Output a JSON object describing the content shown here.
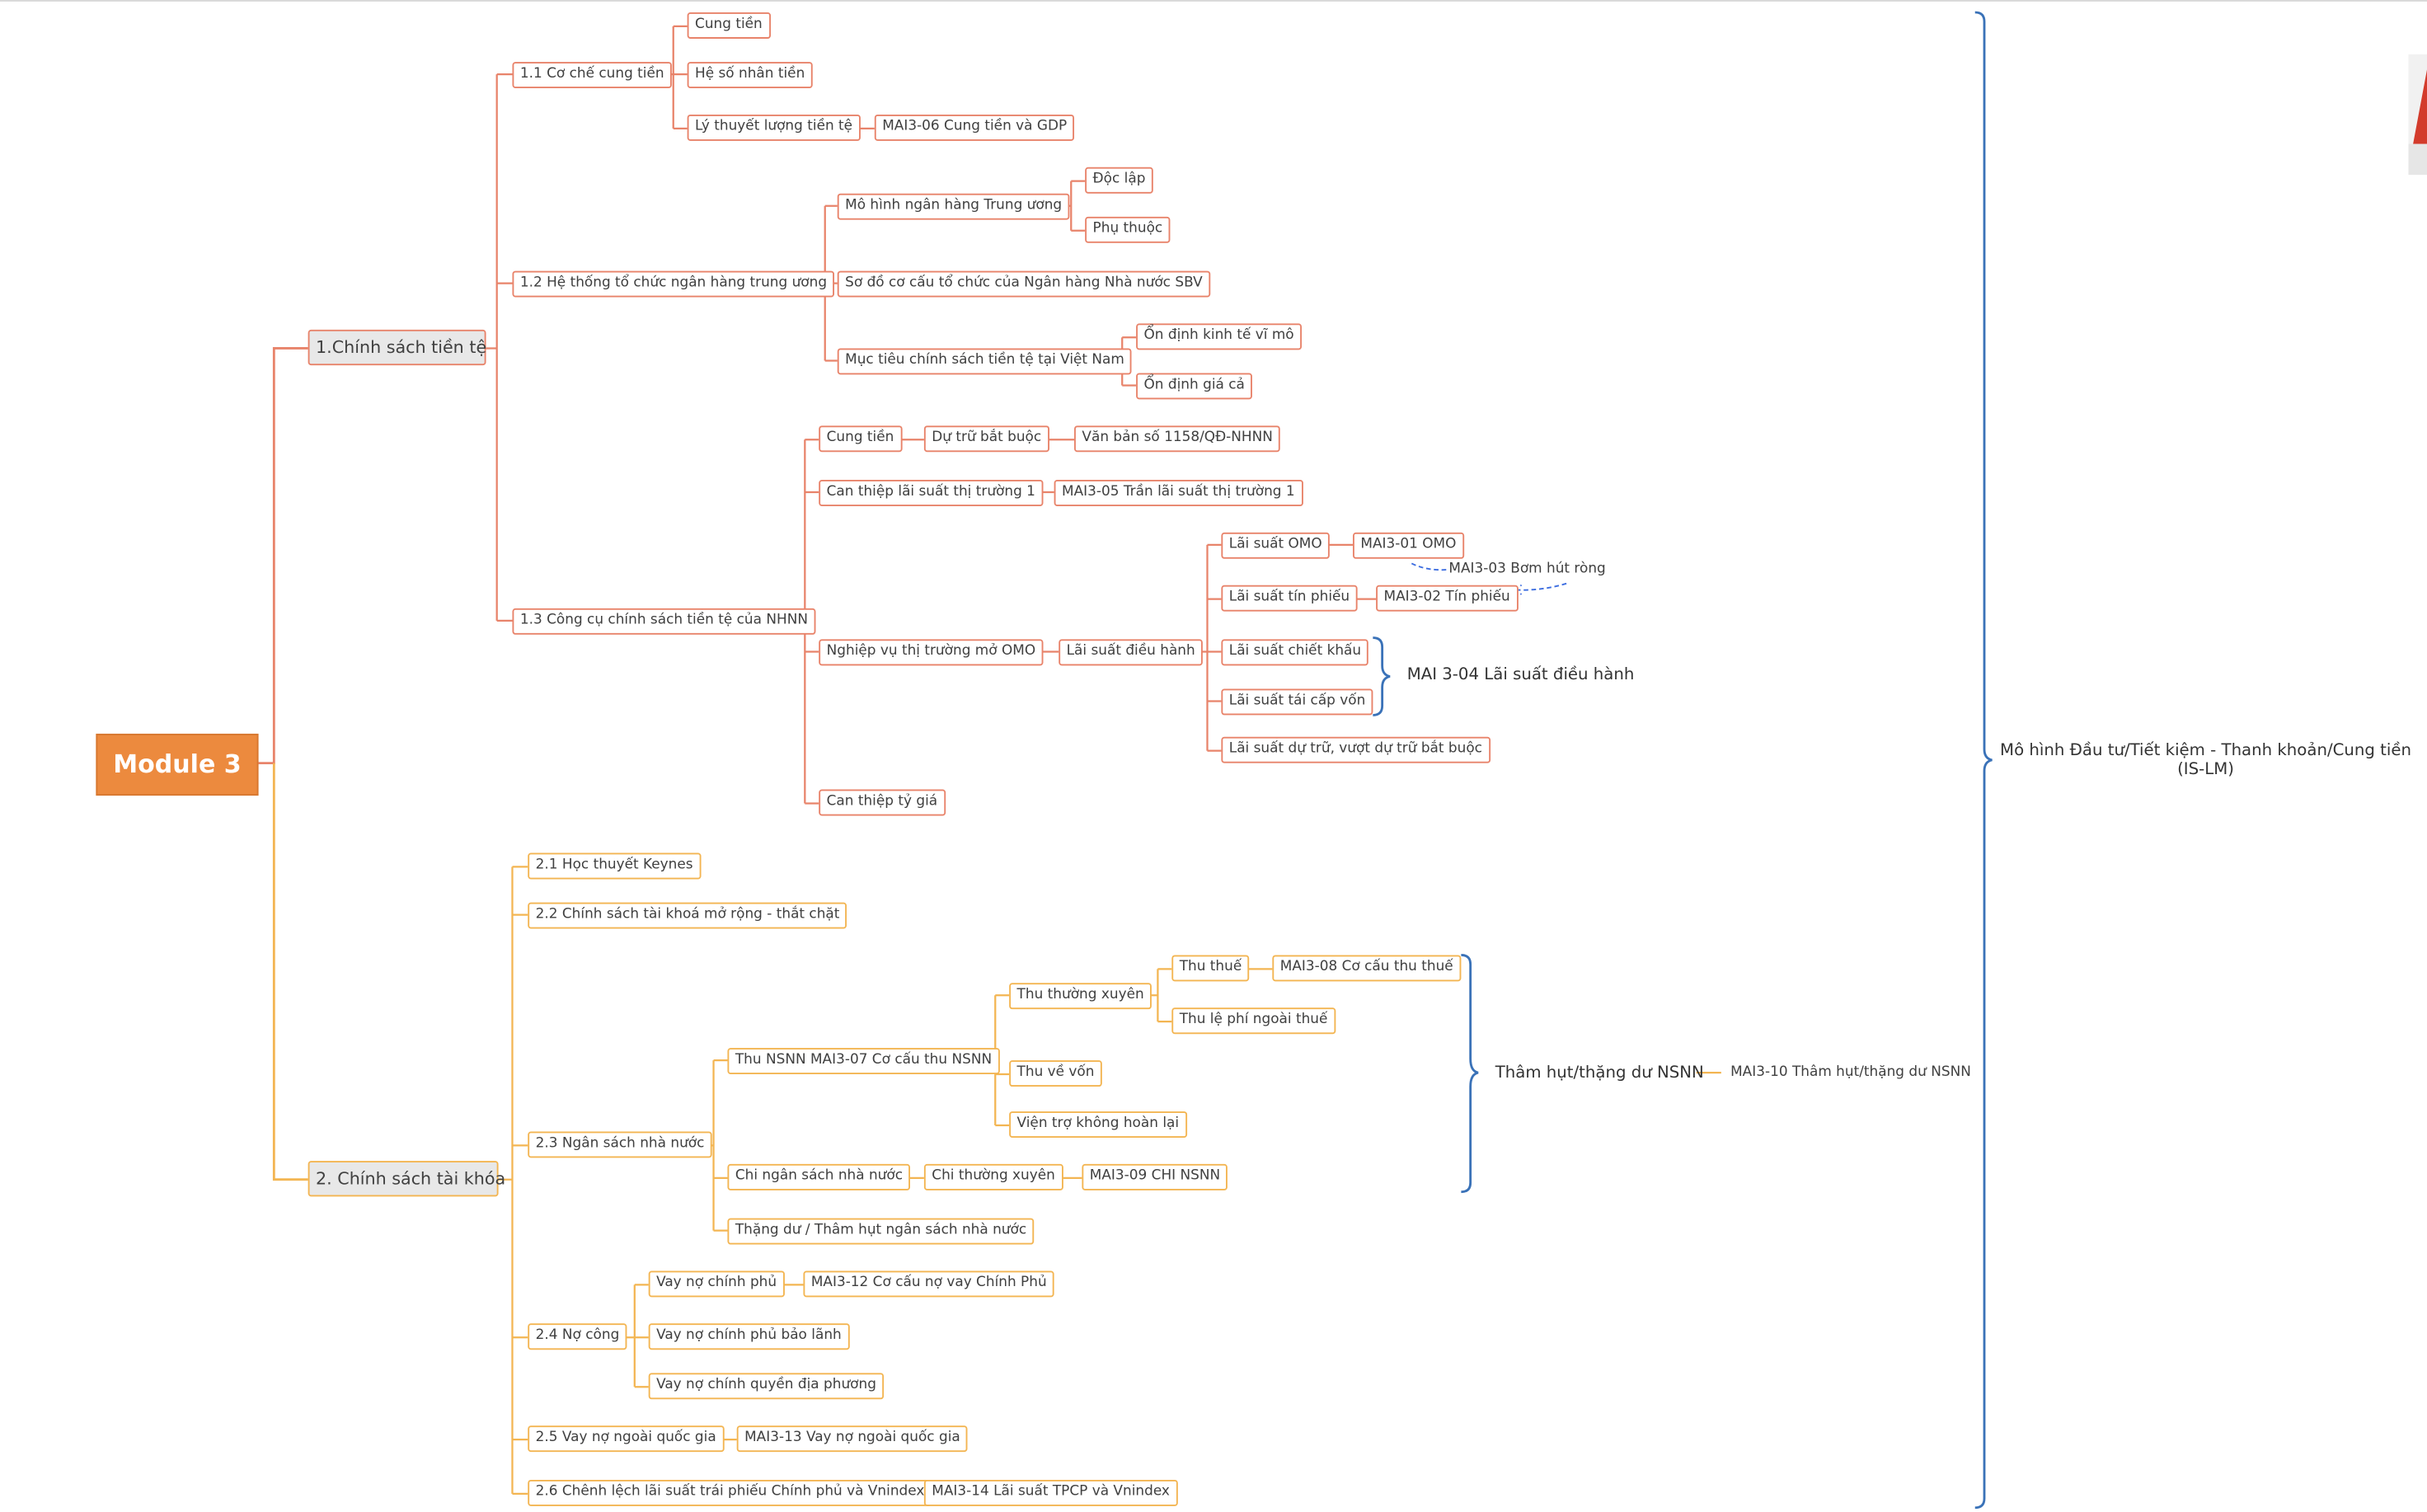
{
  "root": "Module 3",
  "colors": {
    "branch1": "#e8836a",
    "branch2": "#f3b552",
    "root": "#ec8a3e",
    "summary_brace": "#3a72b8",
    "relation": "#3c6de0"
  },
  "b1": {
    "label": "1.Chính sách tiền tệ",
    "s11": {
      "label": "1.1 Cơ chế cung tiền",
      "cung_tien": "Cung tiền",
      "he_so": "Hệ số nhân tiền",
      "ly_thuyet": "Lý thuyết lượng tiền tệ",
      "mai06": "MAI3-06 Cung tiền và GDP"
    },
    "s12": {
      "label": "1.2 Hệ thống tổ chức ngân hàng trung ương",
      "mo_hinh": "Mô hình ngân hàng Trung ương",
      "doc_lap": "Độc lập",
      "phu_thuoc": "Phụ thuộc",
      "so_do": "Sơ đồ cơ cấu tổ chức của Ngân hàng Nhà nước SBV",
      "muc_tieu": "Mục tiêu chính sách tiền tệ tại Việt Nam",
      "on_dinh_kt": "Ổn định kinh tế vĩ mô",
      "on_dinh_gia": "Ổn định giá cả"
    },
    "s13": {
      "label": "1.3 Công cụ chính sách tiền tệ của NHNN",
      "cung_tien": "Cung tiền",
      "du_tru": "Dự trữ bắt buộc",
      "van_ban": "Văn bản số 1158/QĐ-NHNN",
      "can_thiep_ls": "Can thiệp lãi suất thị trường 1",
      "mai05": "MAI3-05 Trần lãi suất thị trường 1",
      "omo": "Nghiệp vụ thị trường mở OMO",
      "ls_dieu_hanh": "Lãi suất điều hành",
      "ls_omo": "Lãi suất OMO",
      "mai01": "MAI3-01 OMO",
      "mai03": "MAI3-03 Bơm hút ròng",
      "ls_tin_phieu": "Lãi suất tín phiếu",
      "mai02": "MAI3-02 Tín phiếu",
      "ls_chiet_khau": "Lãi suất chiết khấu",
      "ls_tai_cap": "Lãi suất tái cấp vốn",
      "ls_du_tru": "Lãi suất dự trữ, vượt dự trữ bắt buộc",
      "mai04": "MAI 3-04 Lãi suất điều hành",
      "can_thiep_ty_gia": "Can thiệp tỷ giá"
    }
  },
  "b2": {
    "label": "2. Chính sách tài khóa",
    "s21": "2.1 Học thuyết Keynes",
    "s22": "2.2 Chính sách tài khoá mở rộng - thắt chặt",
    "s23": {
      "label": "2.3 Ngân sách nhà nước",
      "thu": "Thu NSNN MAI3-07 Cơ cấu thu NSNN",
      "thu_tx": "Thu thường xuyên",
      "thu_thue": "Thu thuế",
      "mai08": "MAI3-08 Cơ cấu thu thuế",
      "thu_le_phi": "Thu lệ phí ngoài thuế",
      "thu_von": "Thu về vốn",
      "vien_tro": "Viện trợ không hoàn lại",
      "chi": "Chi ngân sách nhà nước",
      "chi_tx": "Chi thường xuyên",
      "mai09": "MAI3-09 CHI NSNN",
      "thang_du": "Thặng dư  / Thâm hụt ngân sách nhà nước",
      "tham_hut": "Thâm hụt/thặng dư NSNN",
      "mai10": "MAI3-10 Thâm hụt/thặng dư NSNN"
    },
    "s24": {
      "label": "2.4 Nợ công",
      "vay_cp": "Vay nợ chính phủ",
      "mai12": "MAI3-12 Cơ cấu nợ vay Chính Phủ",
      "vay_bl": "Vay nợ chính phủ bảo lãnh",
      "vay_dp": "Vay nợ chính quyền địa phương"
    },
    "s25": {
      "label": "2.5 Vay nợ ngoài quốc gia",
      "mai13": "MAI3-13 Vay nợ ngoài quốc gia"
    },
    "s26": {
      "label": "2.6 Chênh lệch lãi suất trái phiếu Chính phủ và Vnindex",
      "mai14": "MAI3-14 Lãi suất TPCP và Vnindex"
    }
  },
  "summary": "Mô hình Đầu tư/Tiết kiệm - Thanh khoản/Cung tiền (IS-LM)"
}
